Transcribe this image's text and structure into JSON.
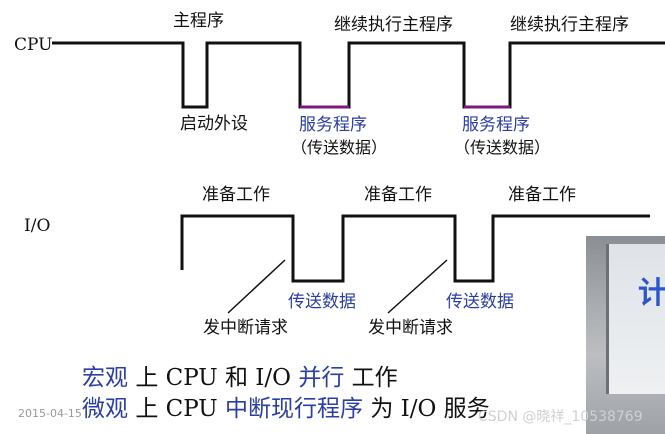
{
  "diagram": {
    "cpu_label": "CPU",
    "io_label": "I/O",
    "cpu_labels": {
      "main": "主程序",
      "continue_1": "继续执行主程序",
      "continue_2": "继续执行主程序",
      "start_device": "启动外设",
      "service_1": "服务程序",
      "transfer_1": "（传送数据）",
      "service_2": "服务程序",
      "transfer_2": "（传送数据）"
    },
    "io_labels": {
      "prepare_1": "准备工作",
      "prepare_2": "准备工作",
      "prepare_3": "准备工作",
      "transfer_1": "传送数据",
      "transfer_2": "传送数据",
      "interrupt_1": "发中断请求",
      "interrupt_2": "发中断请求"
    },
    "colors": {
      "line": "#111111",
      "service": "#7b1a7b",
      "accent": "#2b3ea6"
    }
  },
  "summary": {
    "macro": [
      "宏观",
      "上 CPU 和 I/O",
      "并行",
      "工作"
    ],
    "micro": [
      "微观",
      "上 CPU",
      "中断现行程序",
      "为 I/O 服务"
    ]
  },
  "footer": {
    "date": "2015-04-15",
    "watermark": "CSDN @晓祥_10538769"
  },
  "photo": {
    "glyph": "计"
  }
}
